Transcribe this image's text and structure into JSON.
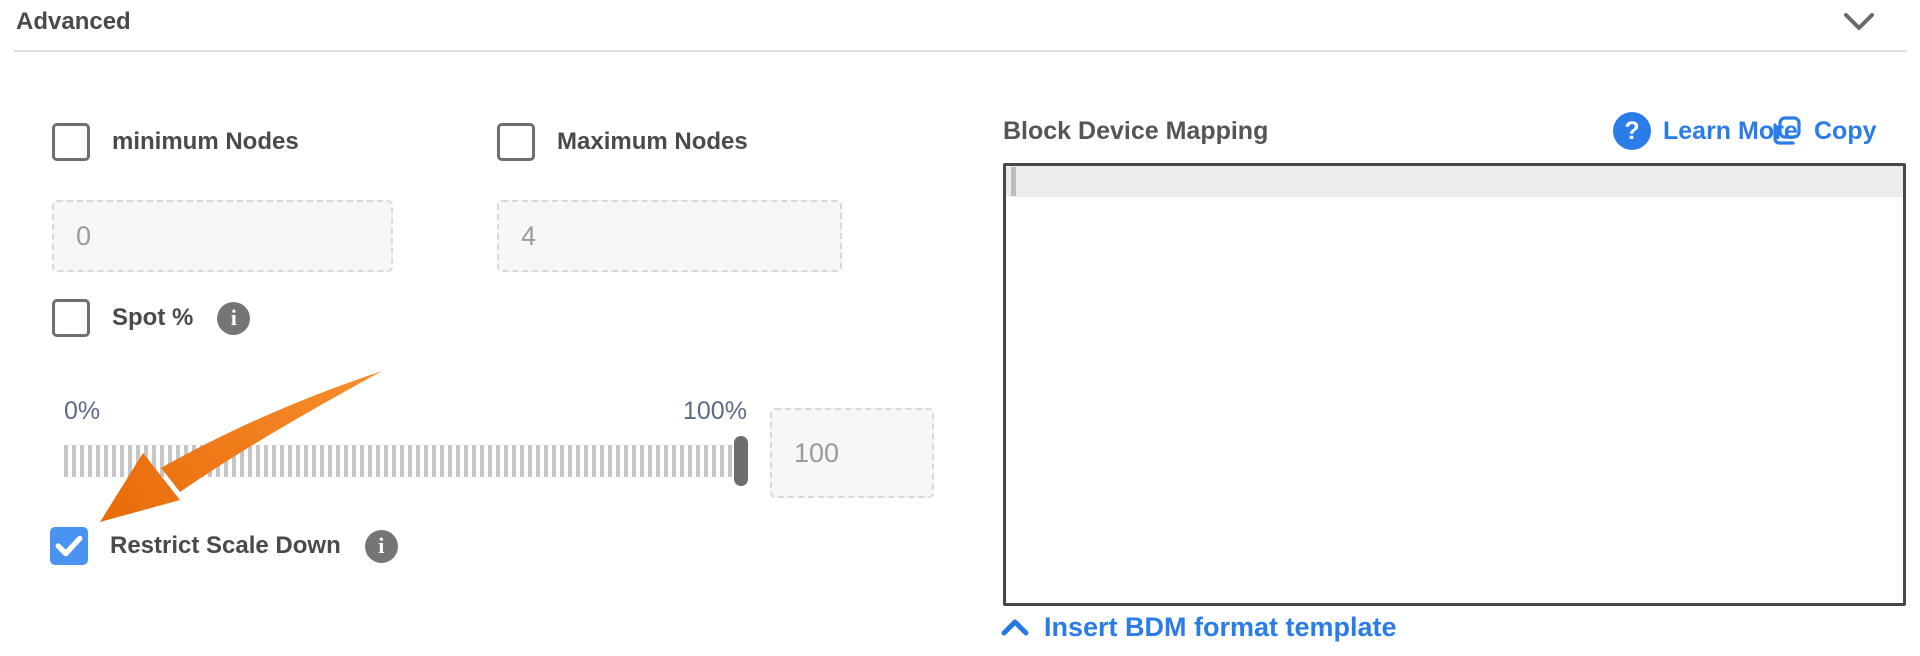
{
  "header": {
    "title": "Advanced",
    "collapse_icon": "chevron-down-icon"
  },
  "form": {
    "min_nodes": {
      "label": "minimum Nodes",
      "checked": false,
      "value": "0"
    },
    "max_nodes": {
      "label": "Maximum Nodes",
      "checked": false,
      "value": "4"
    },
    "spot": {
      "label": "Spot %",
      "checked": false,
      "info_icon": "info-icon"
    },
    "slider": {
      "min_label": "0%",
      "max_label": "100%",
      "value": "100",
      "position_percent": 100
    },
    "restrict": {
      "label": "Restrict Scale Down",
      "checked": true,
      "info_icon": "info-icon"
    }
  },
  "bdm": {
    "title": "Block Device Mapping",
    "learn_more_label": "Learn More",
    "learn_more_icon": "?",
    "copy_label": "Copy",
    "editor_value": "",
    "insert_template_label": "Insert BDM format template"
  },
  "annotation": {
    "shape": "arrow",
    "color": "#ee7112",
    "points_to": "restrict-scale-down-checkbox"
  },
  "colors": {
    "accent_blue": "#2a7de9",
    "checkbox_checked_blue": "#4a93f0",
    "label_gray": "#4a4a4a",
    "slider_label_blue_gray": "#5b6b88",
    "arrow_orange": "#ee7112"
  }
}
